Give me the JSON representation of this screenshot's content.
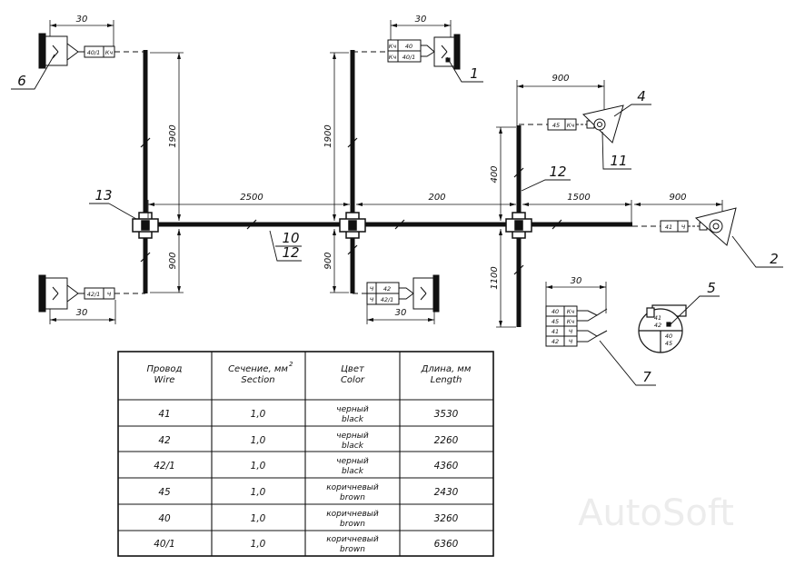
{
  "dimensions": {
    "top_left_conn": "30",
    "top_mid_conn": "30",
    "top_right_offset": "900",
    "left_trunk_up": "1900",
    "mid_trunk_up": "1900",
    "right_trunk_up": "400",
    "main_left": "2500",
    "main_mid": "200",
    "main_right": "1500",
    "main_end": "900",
    "left_trunk_down": "900",
    "mid_trunk_down": "900",
    "right_trunk_down": "1100",
    "bottom_left_conn": "30",
    "bottom_mid_conn": "30",
    "conn7": "30"
  },
  "callouts": {
    "c1": "1",
    "c2": "2",
    "c4": "4",
    "c5": "5",
    "c6": "6",
    "c7": "7",
    "c10": "10",
    "c11": "11",
    "c12_right": "12",
    "c12_main": "12",
    "c13": "13"
  },
  "connector_labels": {
    "c6": [
      "40/1",
      "Кч"
    ],
    "c1": [
      [
        "Кч",
        "40"
      ],
      [
        "Кч",
        "40/1"
      ]
    ],
    "c4": [
      "45",
      "Кч"
    ],
    "c2": [
      "41",
      "Ч"
    ],
    "bl": [
      "42/1",
      "Ч"
    ],
    "bm": [
      [
        "Ч",
        "42"
      ],
      [
        "Ч",
        "42/1"
      ]
    ],
    "c7": [
      [
        "40",
        "Кч"
      ],
      [
        "45",
        "Кч"
      ],
      [
        "41",
        "Ч"
      ],
      [
        "42",
        "Ч"
      ]
    ],
    "c5": [
      "41",
      "42",
      "40",
      "45"
    ]
  },
  "table": {
    "headers": [
      [
        "Провод",
        "Wire"
      ],
      [
        "Сечение, мм",
        "Section"
      ],
      [
        "Цвет",
        "Color"
      ],
      [
        "Длина, мм",
        "Length"
      ]
    ],
    "section_superscript": "2",
    "rows": [
      {
        "wire": "41",
        "section": "1,0",
        "color_ru": "черный",
        "color_en": "black",
        "length": "3530"
      },
      {
        "wire": "42",
        "section": "1,0",
        "color_ru": "черный",
        "color_en": "black",
        "length": "2260"
      },
      {
        "wire": "42/1",
        "section": "1,0",
        "color_ru": "черный",
        "color_en": "black",
        "length": "4360"
      },
      {
        "wire": "45",
        "section": "1,0",
        "color_ru": "коричневый",
        "color_en": "brown",
        "length": "2430"
      },
      {
        "wire": "40",
        "section": "1,0",
        "color_ru": "коричневый",
        "color_en": "brown",
        "length": "3260"
      },
      {
        "wire": "40/1",
        "section": "1,0",
        "color_ru": "коричневый",
        "color_en": "brown",
        "length": "6360"
      }
    ]
  },
  "watermark": "AutoSoft"
}
